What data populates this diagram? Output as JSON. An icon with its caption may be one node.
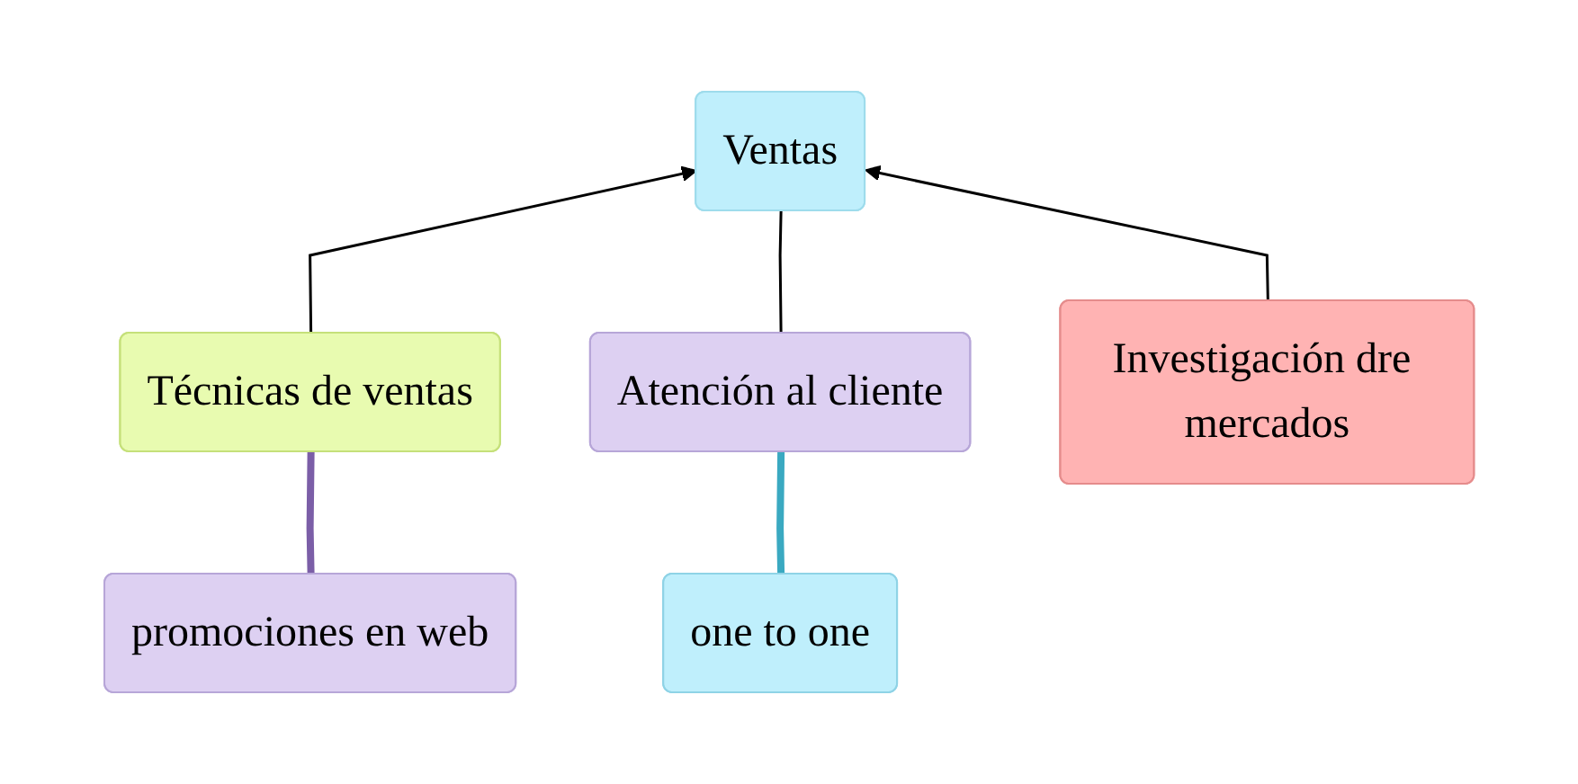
{
  "diagram": {
    "nodes": [
      {
        "text": [
          "Ventas"
        ]
      },
      {
        "text": [
          "Técnicas de ventas"
        ]
      },
      {
        "text": [
          "Atención al cliente"
        ]
      },
      {
        "text": [
          "Investigación dre mercados"
        ]
      },
      {
        "text": [
          "promociones en web"
        ]
      },
      {
        "text": [
          "one to one"
        ]
      }
    ],
    "edges": [
      {
        "from": 1,
        "to": 0,
        "arrow": "to"
      },
      {
        "from": 2,
        "to": 0,
        "arrow": "none"
      },
      {
        "from": 3,
        "to": 0,
        "arrow": "to"
      },
      {
        "from": 1,
        "to": 4,
        "arrow": "none",
        "style": "thick",
        "color": "#7b5ea7"
      },
      {
        "from": 2,
        "to": 5,
        "arrow": "none",
        "style": "thick",
        "color": "#3aa9c1"
      }
    ]
  }
}
